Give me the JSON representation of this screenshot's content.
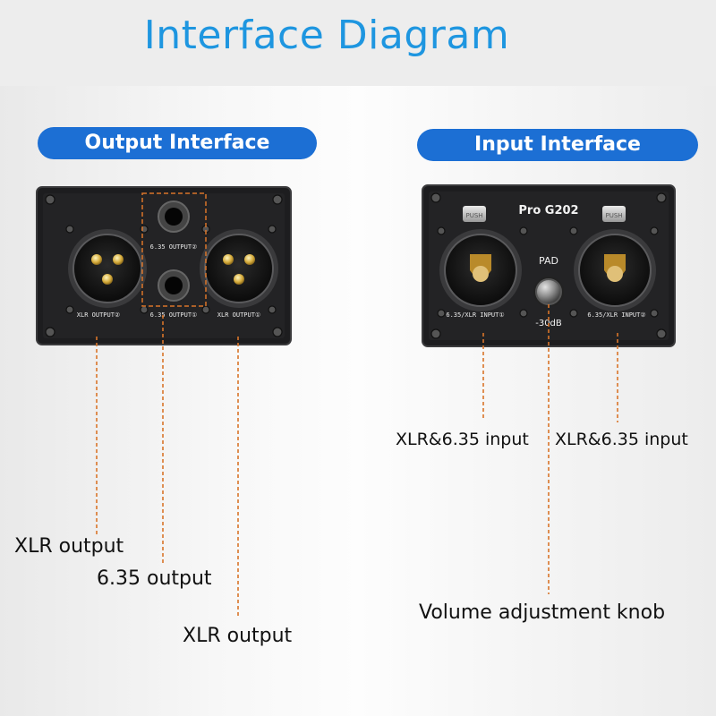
{
  "title": "Interface Diagram",
  "output_panel": {
    "heading": "Output Interface",
    "port_labels": {
      "xlr_out2": "XLR OUTPUT②",
      "jack_out2": "6.35 OUTPUT②",
      "jack_out1": "6.35 OUTPUT①",
      "xlr_out1": "XLR OUTPUT①"
    }
  },
  "input_panel": {
    "heading": "Input Interface",
    "model": "Pro G202",
    "pad_label": "PAD",
    "pad_value": "-30dB",
    "push_label": "PUSH",
    "port_labels": {
      "in1": "6.35/XLR INPUT①",
      "in2": "6.35/XLR INPUT②"
    }
  },
  "callouts": {
    "xlr_output_left": "XLR output",
    "jack_output": "6.35 output",
    "xlr_output_right": "XLR output",
    "input_left": "XLR&6.35 input",
    "input_right": "XLR&6.35 input",
    "knob": "Volume adjustment knob"
  },
  "colors": {
    "title": "#1e96e0",
    "pill": "#1c6fd4",
    "leader": "#d9752a",
    "panel": "#1d1d1f"
  }
}
